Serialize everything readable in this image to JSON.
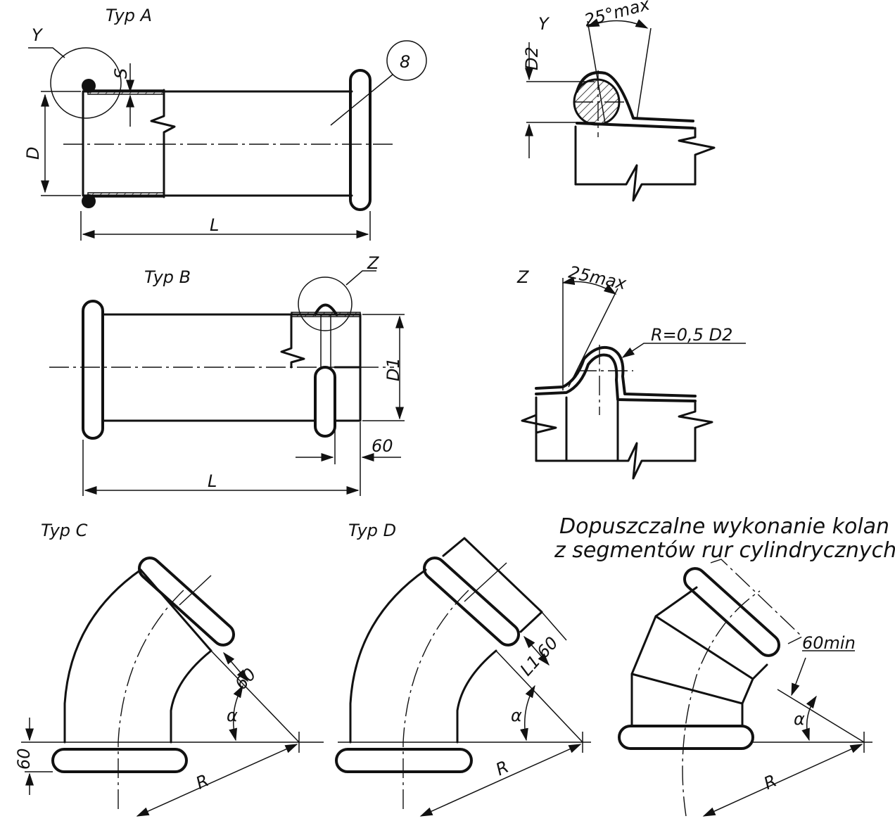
{
  "labels": {
    "typ_a": "Typ A",
    "typ_b": "Typ B",
    "typ_c": "Typ C",
    "typ_d": "Typ D",
    "detail_y": "Y",
    "detail_z": "Z",
    "dim_s": "S",
    "dim_d": "D",
    "dim_l": "L",
    "balloon_8": "8",
    "dim_d1": "D1",
    "dim_d2": "D2",
    "dim_60": "60",
    "dim_25max_y": "25°max",
    "dim_25max_z": "25max",
    "dim_radius": "R=0,5 D2",
    "dim_r": "R",
    "dim_alpha": "α",
    "dim_l1": "L1",
    "dim_60min": "60min",
    "note_line1": "Dopuszczalne wykonanie kolan",
    "note_line2": "z segmentów rur cylindrycznych"
  }
}
